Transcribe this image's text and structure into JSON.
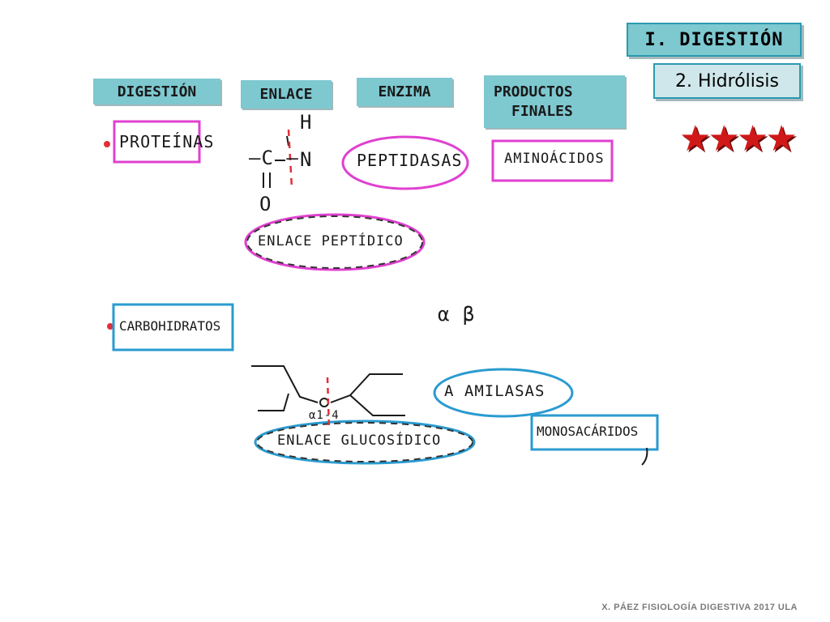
{
  "title": {
    "section": "I. DIGESTIÓN",
    "subsection": "2. Hidrólisis"
  },
  "headers": {
    "digestion": "DIGESTIÓN",
    "enlace": "ENLACE",
    "enzima": "ENZIMA",
    "productos_line1": "PRODUCTOS",
    "productos_line2": "FINALES"
  },
  "stars": "★★★★",
  "rows": {
    "proteinas": {
      "substrate": "Proteínas",
      "bond_h": "H",
      "bond_c": "–C –",
      "bond_n": "N",
      "bond_o": "O",
      "bond_name": "Enlace peptídico",
      "enzyme": "Peptidasas",
      "product": "Aminoácidos"
    },
    "carbohidratos": {
      "substrate": "Carbohidratos",
      "alpha_beta": "α β",
      "bond_pos": "α1-4",
      "bond_name": "Enlace glucosídico",
      "enzyme": "α amilasas",
      "product": "Monosacáridos"
    }
  },
  "footer": "X. PÁEZ   FISIOLOGÍA DIGESTIVA 2017  ULA",
  "colors": {
    "header_bg": "#7ec8d0",
    "magenta": "#e040d0",
    "blue": "#2a9bd0",
    "red": "#e0303a"
  }
}
